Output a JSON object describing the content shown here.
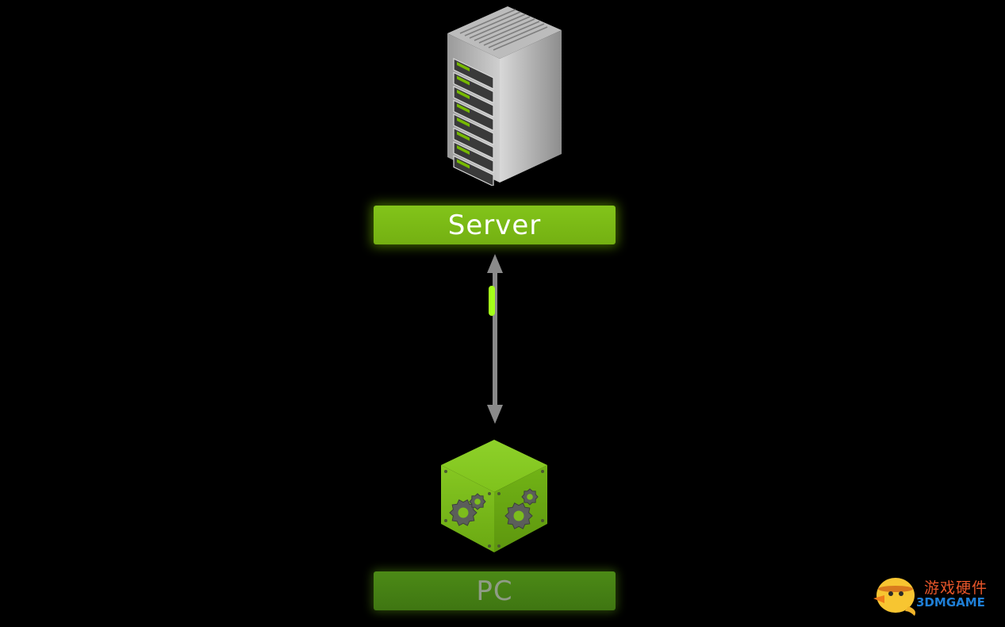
{
  "diagram": {
    "nodes": [
      {
        "id": "server",
        "label": "Server",
        "icon": "server-rack-icon"
      },
      {
        "id": "pc",
        "label": "PC",
        "icon": "gear-cube-icon"
      }
    ],
    "edges": [
      {
        "from": "server",
        "to": "pc",
        "direction": "bidirectional"
      }
    ]
  },
  "colors": {
    "background": "#000000",
    "accent_green": "#76b900",
    "connector": "#8a8a8a"
  },
  "watermark": {
    "brand_cn": "游戏硬件",
    "brand_en": "3DMGAME"
  }
}
